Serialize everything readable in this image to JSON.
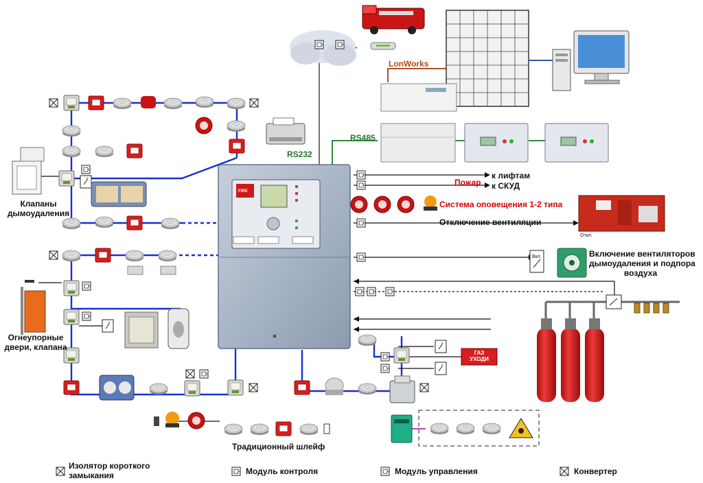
{
  "labels": {
    "lonworks": "LonWorks",
    "rs485": "RS485",
    "rs232": "RS232",
    "k_liftam": "к лифтам",
    "pozhar": "Пожар",
    "k_skud": "к СКУД",
    "oповещение": "Система оповещения 1-2 типа",
    "otkl_vent": "Отключение вентиляции",
    "otkl_small": "Откл.",
    "vkl_vent_line1": "Включение вентиляторов",
    "vkl_vent_line2": "дымоудаления и подпора",
    "vkl_vent_line3": "воздуха",
    "vkl_small": "Вкл.",
    "klapany_line1": "Клапаны",
    "klapany_line2": "дымоудаления",
    "dveri_line1": "Огнеупорные",
    "dveri_line2": "двери, клапана",
    "traditional_loop": "Традиционный шлейф",
    "gaz_line1": "ГАЗ",
    "gaz_line2": "УХОДИ",
    "panel_fire": "FIRE"
  },
  "legend": [
    {
      "icon": "isolator-icon",
      "text_line1": "Изолятор короткого",
      "text_line2": "замыкания"
    },
    {
      "icon": "control-module-icon",
      "text_line1": "Модуль контроля",
      "text_line2": ""
    },
    {
      "icon": "management-module-icon",
      "text_line1": "Модуль управления",
      "text_line2": ""
    },
    {
      "icon": "converter-icon",
      "text_line1": "Конвертер",
      "text_line2": ""
    }
  ],
  "colors": {
    "loop_blue": "#1a2fd0",
    "rs485_green": "#2e8b3a",
    "lonworks_brown": "#b0502a",
    "alarm_red": "#d40000",
    "panel_grey": "#a9b6c6",
    "extinguisher_red": "#d62020"
  }
}
